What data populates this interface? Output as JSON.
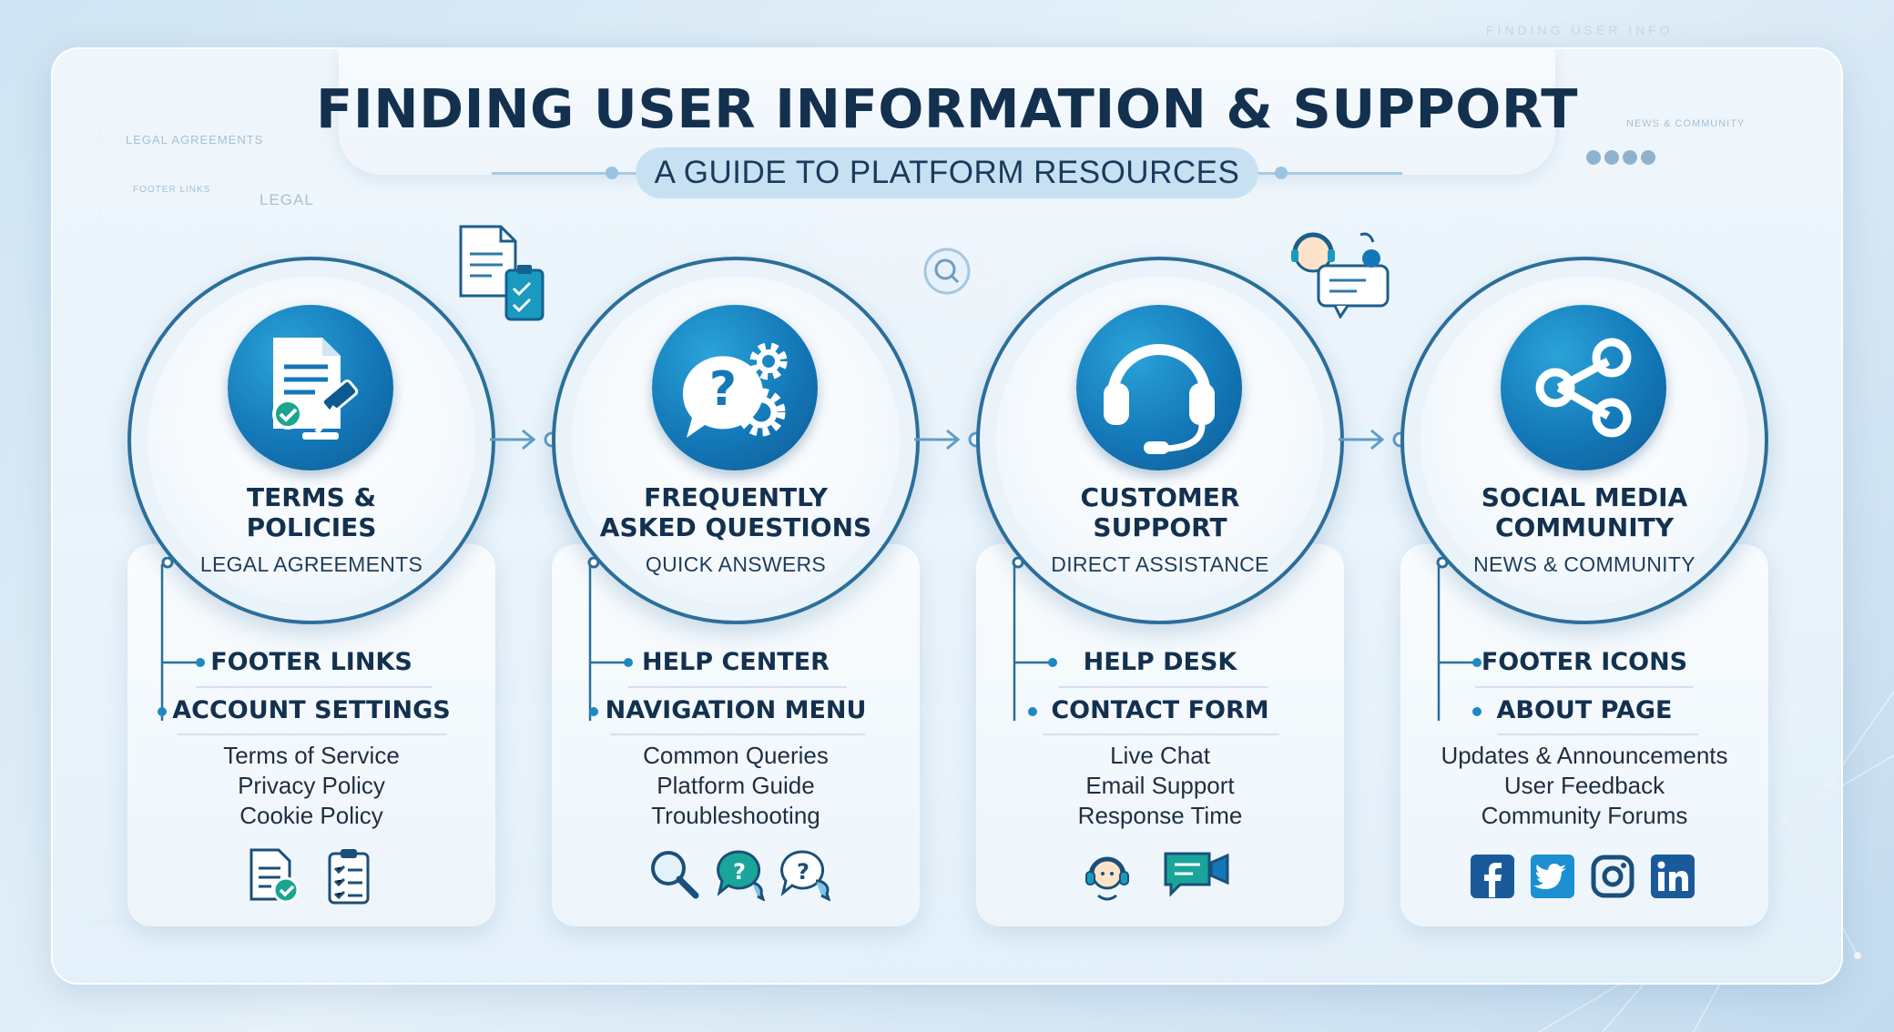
{
  "header": {
    "title": "FINDING USER INFORMATION & SUPPORT",
    "subtitle": "A GUIDE TO PLATFORM RESOURCES"
  },
  "background_labels": {
    "legal_agreements": "LEGAL AGREEMENTS",
    "legal": "LEGAL",
    "footer_links": "FOOTER LINKS",
    "news_community": "NEWS & COMMUNITY",
    "top_right": "FINDING USER INFO"
  },
  "colors": {
    "navy": "#13314f",
    "accent_blue": "#1478b8",
    "teal": "#1a9a9a",
    "ring": "#2b6f9a"
  },
  "stages": [
    {
      "title": "TERMS &\nPOLICIES",
      "subtitle": "LEGAL AGREEMENTS",
      "icon": "document-gavel-icon",
      "locations": [
        "FOOTER LINKS",
        "ACCOUNT SETTINGS"
      ],
      "items": [
        "Terms of Service",
        "Privacy Policy",
        "Cookie Policy"
      ],
      "bottom_icons": [
        "document-check-icon",
        "clipboard-list-icon"
      ]
    },
    {
      "title": "FREQUENTLY\nASKED QUESTIONS",
      "subtitle": "QUICK ANSWERS",
      "icon": "question-gears-icon",
      "locations": [
        "HELP CENTER",
        "NAVIGATION MENU"
      ],
      "items": [
        "Common Queries",
        "Platform Guide",
        "Troubleshooting"
      ],
      "bottom_icons": [
        "magnifier-icon",
        "question-bubble-icon",
        "question-chat-icon"
      ]
    },
    {
      "title": "CUSTOMER\nSUPPORT",
      "subtitle": "DIRECT ASSISTANCE",
      "icon": "headset-icon",
      "locations": [
        "HELP DESK",
        "CONTACT FORM"
      ],
      "items": [
        "Live Chat",
        "Email Support",
        "Response Time"
      ],
      "bottom_icons": [
        "agent-headset-icon",
        "video-chat-icon"
      ]
    },
    {
      "title": "SOCIAL MEDIA\nCOMMUNITY",
      "subtitle": "NEWS & COMMUNITY",
      "icon": "share-icon",
      "locations": [
        "FOOTER ICONS",
        "ABOUT PAGE"
      ],
      "items": [
        "Updates & Announcements",
        "User Feedback",
        "Community Forums"
      ],
      "bottom_icons": [
        "facebook-icon",
        "twitter-icon",
        "instagram-icon",
        "linkedin-icon"
      ]
    }
  ]
}
